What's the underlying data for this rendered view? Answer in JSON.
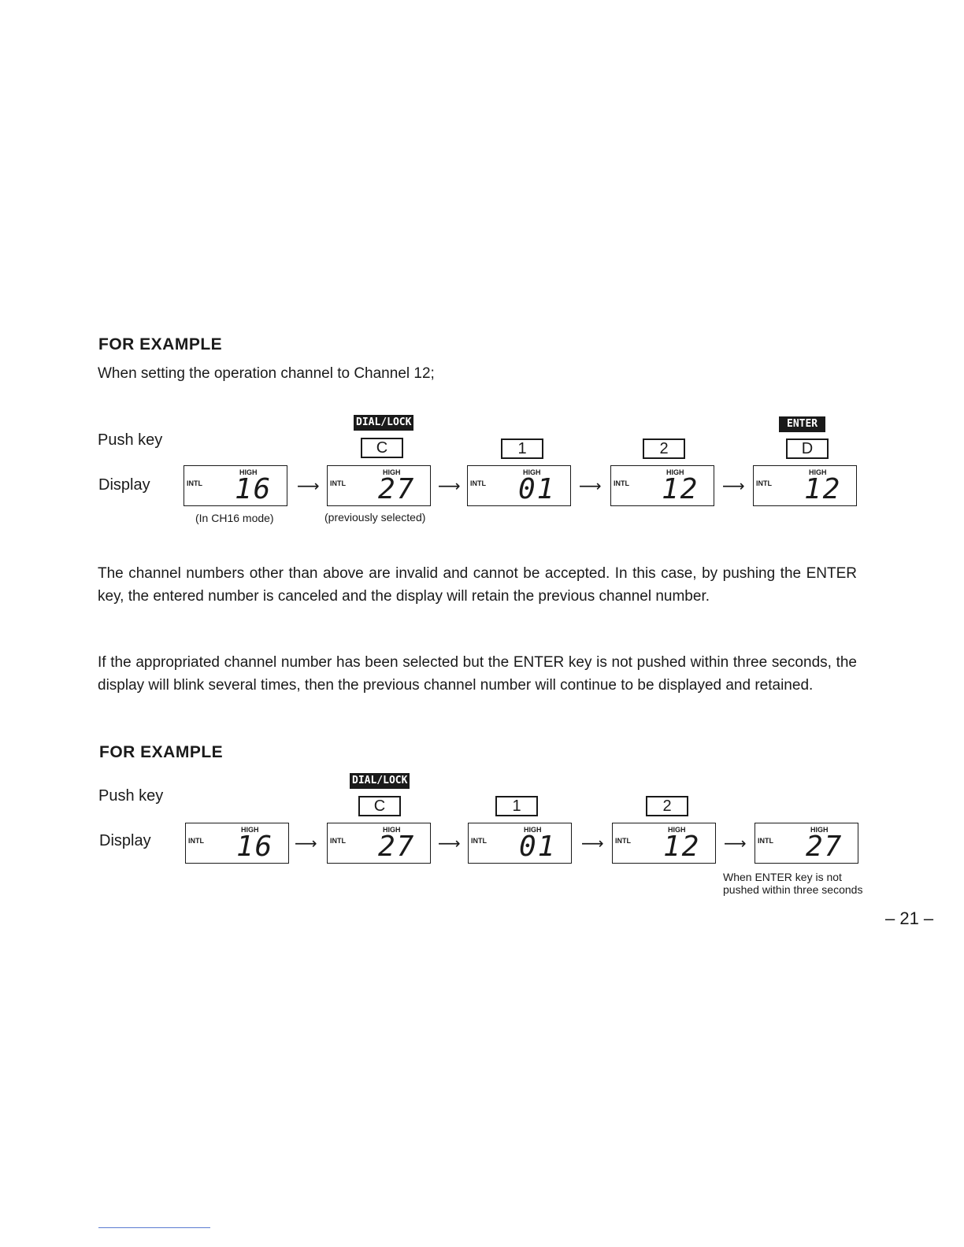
{
  "section1": {
    "heading": "FOR EXAMPLE",
    "intro": "When setting the operation channel to Channel 12;",
    "push_key_label": "Push key",
    "display_label": "Display",
    "key_labels": [
      "DIAL/LOCK",
      "ENTER"
    ],
    "keys": [
      "C",
      "1",
      "2",
      "D"
    ],
    "displays": [
      {
        "intl": "INTL",
        "high": "HIGH",
        "channel": "16"
      },
      {
        "intl": "INTL",
        "high": "HIGH",
        "channel": "27"
      },
      {
        "intl": "INTL",
        "high": "HIGH",
        "channel": "01"
      },
      {
        "intl": "INTL",
        "high": "HIGH",
        "channel": "12"
      },
      {
        "intl": "INTL",
        "high": "HIGH",
        "channel": "12"
      }
    ],
    "captions": [
      "(In CH16 mode)",
      "(previously selected)"
    ]
  },
  "paragraphs": [
    "The channel numbers other than above are invalid and cannot be accepted. In this case, by pushing the ENTER key, the entered number is canceled and the display will retain the previous channel number.",
    "If the appropriated channel number has been selected but the ENTER key is not pushed within three seconds, the display will blink several times, then the previous channel number will continue to be displayed and retained."
  ],
  "section2": {
    "heading": "FOR EXAMPLE",
    "push_key_label": "Push key",
    "display_label": "Display",
    "key_label": "DIAL/LOCK",
    "keys": [
      "C",
      "1",
      "2"
    ],
    "displays": [
      {
        "intl": "INTL",
        "high": "HIGH",
        "channel": "16"
      },
      {
        "intl": "INTL",
        "high": "HIGH",
        "channel": "27"
      },
      {
        "intl": "INTL",
        "high": "HIGH",
        "channel": "01"
      },
      {
        "intl": "INTL",
        "high": "HIGH",
        "channel": "12"
      },
      {
        "intl": "INTL",
        "high": "HIGH",
        "channel": "27"
      }
    ],
    "note_line1": "When ENTER key is not",
    "note_line2": "pushed within three seconds"
  },
  "page_number": "– 21 –"
}
